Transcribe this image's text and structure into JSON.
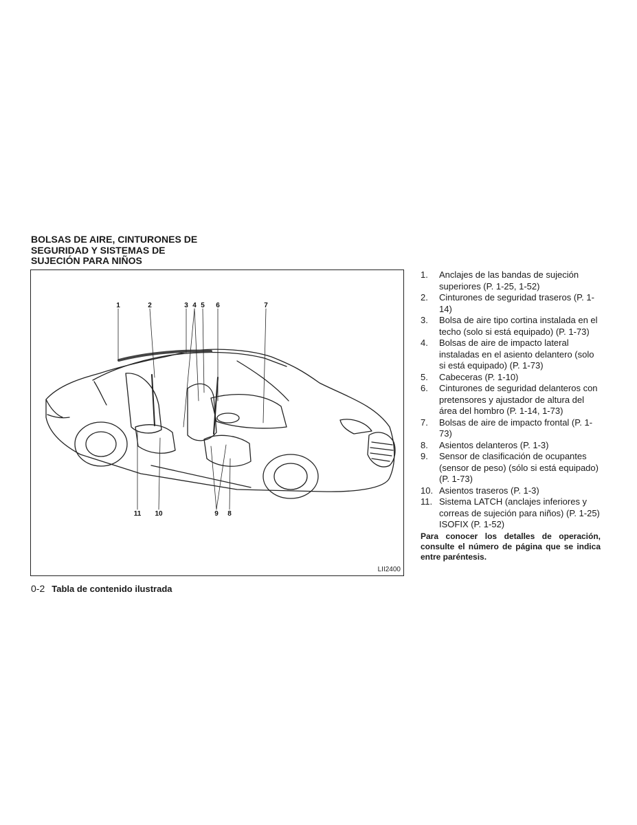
{
  "section": {
    "title_lines": [
      "BOLSAS DE AIRE, CINTURONES DE",
      "SEGURIDAD Y SISTEMAS DE",
      "SUJECIÓN PARA NIÑOS"
    ]
  },
  "figure": {
    "code": "LII2400",
    "callouts": [
      "1",
      "2",
      "3",
      "4",
      "5",
      "6",
      "7",
      "11",
      "10",
      "9",
      "8"
    ]
  },
  "legend": {
    "items": [
      {
        "num": "1.",
        "text": "Anclajes de las bandas de sujeción superiores (P. 1-25, 1-52)"
      },
      {
        "num": "2.",
        "text": "Cinturones de seguridad traseros (P. 1-14)"
      },
      {
        "num": "3.",
        "text": "Bolsa de aire tipo cortina instalada en el techo (solo si está equipado) (P. 1-73)"
      },
      {
        "num": "4.",
        "text": "Bolsas de aire de impacto lateral instaladas en el asiento delantero (solo si está equipado) (P. 1-73)"
      },
      {
        "num": "5.",
        "text": "Cabeceras (P. 1-10)"
      },
      {
        "num": "6.",
        "text": "Cinturones de seguridad delanteros con pretensores y ajustador de altura del área del hombro (P. 1-14, 1-73)"
      },
      {
        "num": "7.",
        "text": "Bolsas de aire de impacto frontal (P. 1-73)"
      },
      {
        "num": "8.",
        "text": "Asientos delanteros (P. 1-3)"
      },
      {
        "num": "9.",
        "text": "Sensor de clasificación de ocupantes (sensor de peso) (sólo si está equipado) (P. 1-73)"
      },
      {
        "num": "10.",
        "text": "Asientos traseros (P. 1-3)"
      },
      {
        "num": "11.",
        "text": "Sistema LATCH (anclajes inferiores y correas de sujeción para niños) (P. 1-25) ISOFIX (P. 1-52)"
      }
    ],
    "note": "Para conocer los detalles de operación, consulte el número de página que se indica entre paréntesis."
  },
  "footer": {
    "page_number": "0-2",
    "title": "Tabla de contenido ilustrada"
  }
}
